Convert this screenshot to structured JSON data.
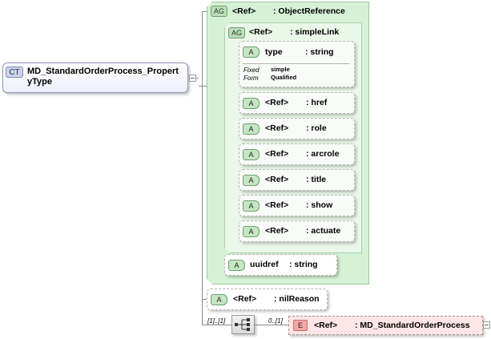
{
  "complex_type": {
    "badge": "CT",
    "name_line1": "MD_StandardOrderProcess_Propert",
    "name_line2": "yType"
  },
  "outer_group": {
    "badge": "AG",
    "ref": "<Ref>",
    "type": ": ObjectReference"
  },
  "inner_group": {
    "badge": "AG",
    "ref": "<Ref>",
    "type": ": simpleLink"
  },
  "type_attr": {
    "badge": "A",
    "name": "type",
    "type": ": string",
    "fixed_label": "Fixed",
    "fixed_value": "simple",
    "form_label": "Form",
    "form_value": "Qualified"
  },
  "link_attrs": [
    {
      "badge": "A",
      "ref": "<Ref>",
      "name": ": href"
    },
    {
      "badge": "A",
      "ref": "<Ref>",
      "name": ": role"
    },
    {
      "badge": "A",
      "ref": "<Ref>",
      "name": ": arcrole"
    },
    {
      "badge": "A",
      "ref": "<Ref>",
      "name": ": title"
    },
    {
      "badge": "A",
      "ref": "<Ref>",
      "name": ": show"
    },
    {
      "badge": "A",
      "ref": "<Ref>",
      "name": ": actuate"
    }
  ],
  "uuidref_attr": {
    "badge": "A",
    "name": "uuidref",
    "type": ": string"
  },
  "nilreason_attr": {
    "badge": "A",
    "ref": "<Ref>",
    "name": ": nilReason"
  },
  "sequence": {
    "left_multiplicity": "[1]..[1]",
    "right_multiplicity": "0..[1]"
  },
  "element": {
    "badge": "E",
    "ref": "<Ref>",
    "type": ": MD_StandardOrderProcess"
  }
}
